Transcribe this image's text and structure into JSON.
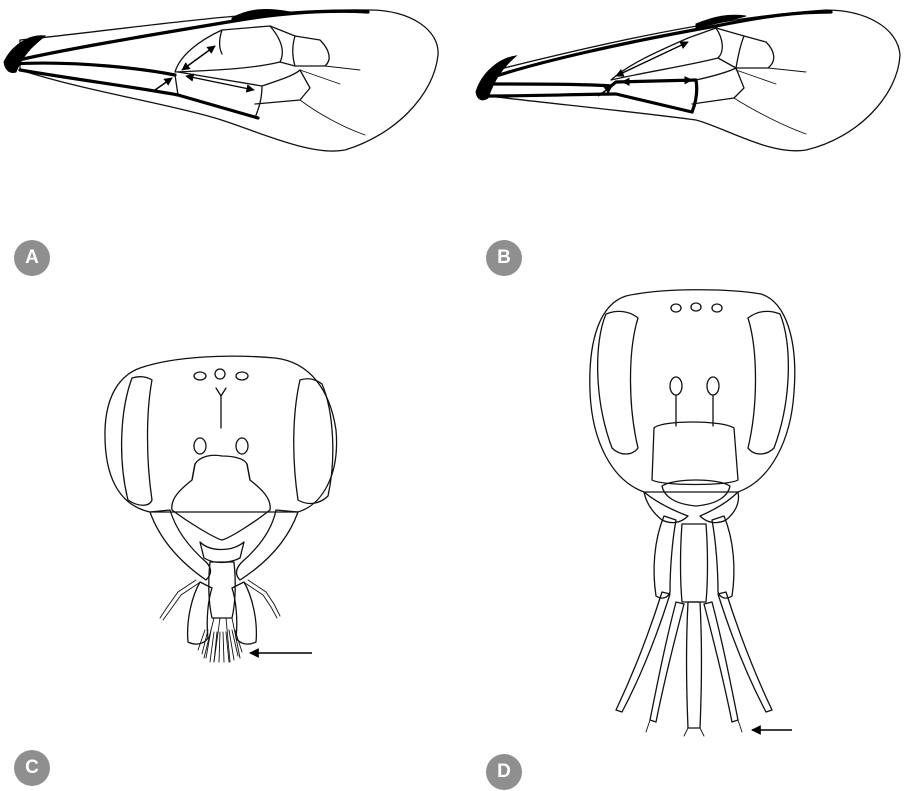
{
  "panels": [
    {
      "label": "A",
      "subject": "wing-a"
    },
    {
      "label": "B",
      "subject": "wing-b"
    },
    {
      "label": "C",
      "subject": "head-c"
    },
    {
      "label": "D",
      "subject": "head-d"
    }
  ],
  "colors": {
    "badge": "#8f8f8f",
    "ink": "#111111",
    "background": "#ffffff"
  }
}
